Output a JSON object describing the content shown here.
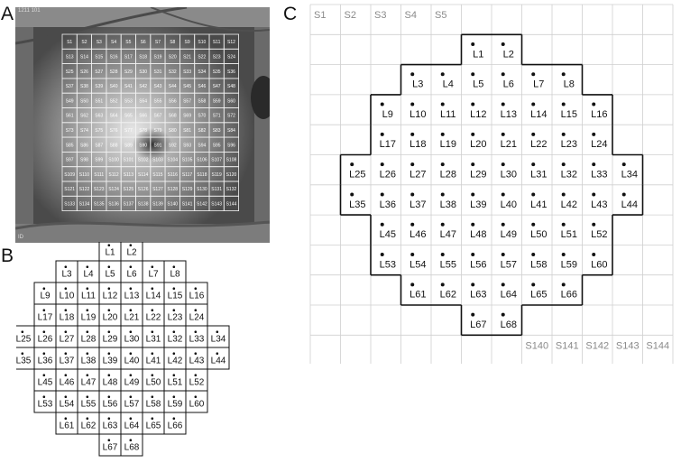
{
  "panels": {
    "a": "A",
    "b": "B",
    "c": "C"
  },
  "panel_a": {
    "top_left_text": "1211 101",
    "bottom_left_text": "ID"
  },
  "sector_rows": [
    [
      "S1",
      "S2",
      "S3",
      "S4",
      "S5",
      "S6",
      "S7",
      "S8",
      "S9",
      "S10",
      "S11",
      "S12"
    ],
    [
      "S13",
      "S14",
      "S15",
      "S16",
      "S17",
      "S18",
      "S19",
      "S20",
      "S21",
      "S22",
      "S23",
      "S24"
    ],
    [
      "S25",
      "S26",
      "S27",
      "S28",
      "S29",
      "S30",
      "S31",
      "S32",
      "S33",
      "S34",
      "S35",
      "S36"
    ],
    [
      "S37",
      "S38",
      "S39",
      "S40",
      "S41",
      "S42",
      "S43",
      "S44",
      "S45",
      "S46",
      "S47",
      "S48"
    ],
    [
      "S49",
      "S50",
      "S51",
      "S52",
      "S53",
      "S54",
      "S55",
      "S56",
      "S57",
      "S58",
      "S59",
      "S60"
    ],
    [
      "S61",
      "S62",
      "S63",
      "S64",
      "S65",
      "S66",
      "S67",
      "S68",
      "S69",
      "S70",
      "S71",
      "S72"
    ],
    [
      "S73",
      "S74",
      "S75",
      "S76",
      "S77",
      "S78",
      "S79",
      "S80",
      "S81",
      "S82",
      "S83",
      "S84"
    ],
    [
      "S85",
      "S86",
      "S87",
      "S88",
      "S89",
      "S90",
      "S91",
      "S92",
      "S93",
      "S94",
      "S95",
      "S96"
    ],
    [
      "S97",
      "S98",
      "S99",
      "S100",
      "S101",
      "S102",
      "S103",
      "S104",
      "S105",
      "S106",
      "S107",
      "S108"
    ],
    [
      "S109",
      "S110",
      "S111",
      "S112",
      "S113",
      "S114",
      "S115",
      "S116",
      "S117",
      "S118",
      "S119",
      "S120"
    ],
    [
      "S121",
      "S122",
      "S123",
      "S124",
      "S125",
      "S126",
      "S127",
      "S128",
      "S129",
      "S130",
      "S131",
      "S132"
    ],
    [
      "S133",
      "S134",
      "S135",
      "S136",
      "S137",
      "S138",
      "S139",
      "S140",
      "S141",
      "S142",
      "S143",
      "S144"
    ]
  ],
  "locations": [
    {
      "label": "L1",
      "row": 1,
      "col": 5
    },
    {
      "label": "L2",
      "row": 1,
      "col": 6
    },
    {
      "label": "L3",
      "row": 2,
      "col": 3
    },
    {
      "label": "L4",
      "row": 2,
      "col": 4
    },
    {
      "label": "L5",
      "row": 2,
      "col": 5
    },
    {
      "label": "L6",
      "row": 2,
      "col": 6
    },
    {
      "label": "L7",
      "row": 2,
      "col": 7
    },
    {
      "label": "L8",
      "row": 2,
      "col": 8
    },
    {
      "label": "L9",
      "row": 3,
      "col": 2
    },
    {
      "label": "L10",
      "row": 3,
      "col": 3
    },
    {
      "label": "L11",
      "row": 3,
      "col": 4
    },
    {
      "label": "L12",
      "row": 3,
      "col": 5
    },
    {
      "label": "L13",
      "row": 3,
      "col": 6
    },
    {
      "label": "L14",
      "row": 3,
      "col": 7
    },
    {
      "label": "L15",
      "row": 3,
      "col": 8
    },
    {
      "label": "L16",
      "row": 3,
      "col": 9
    },
    {
      "label": "L17",
      "row": 4,
      "col": 2
    },
    {
      "label": "L18",
      "row": 4,
      "col": 3
    },
    {
      "label": "L19",
      "row": 4,
      "col": 4
    },
    {
      "label": "L20",
      "row": 4,
      "col": 5
    },
    {
      "label": "L21",
      "row": 4,
      "col": 6
    },
    {
      "label": "L22",
      "row": 4,
      "col": 7
    },
    {
      "label": "L23",
      "row": 4,
      "col": 8
    },
    {
      "label": "L24",
      "row": 4,
      "col": 9
    },
    {
      "label": "L25",
      "row": 5,
      "col": 1
    },
    {
      "label": "L26",
      "row": 5,
      "col": 2
    },
    {
      "label": "L27",
      "row": 5,
      "col": 3
    },
    {
      "label": "L28",
      "row": 5,
      "col": 4
    },
    {
      "label": "L29",
      "row": 5,
      "col": 5
    },
    {
      "label": "L30",
      "row": 5,
      "col": 6
    },
    {
      "label": "L31",
      "row": 5,
      "col": 7
    },
    {
      "label": "L32",
      "row": 5,
      "col": 8
    },
    {
      "label": "L33",
      "row": 5,
      "col": 9
    },
    {
      "label": "L34",
      "row": 5,
      "col": 10
    },
    {
      "label": "L35",
      "row": 6,
      "col": 1
    },
    {
      "label": "L36",
      "row": 6,
      "col": 2
    },
    {
      "label": "L37",
      "row": 6,
      "col": 3
    },
    {
      "label": "L38",
      "row": 6,
      "col": 4
    },
    {
      "label": "L39",
      "row": 6,
      "col": 5
    },
    {
      "label": "L40",
      "row": 6,
      "col": 6
    },
    {
      "label": "L41",
      "row": 6,
      "col": 7
    },
    {
      "label": "L42",
      "row": 6,
      "col": 8
    },
    {
      "label": "L43",
      "row": 6,
      "col": 9
    },
    {
      "label": "L44",
      "row": 6,
      "col": 10
    },
    {
      "label": "L45",
      "row": 7,
      "col": 2
    },
    {
      "label": "L46",
      "row": 7,
      "col": 3
    },
    {
      "label": "L47",
      "row": 7,
      "col": 4
    },
    {
      "label": "L48",
      "row": 7,
      "col": 5
    },
    {
      "label": "L49",
      "row": 7,
      "col": 6
    },
    {
      "label": "L50",
      "row": 7,
      "col": 7
    },
    {
      "label": "L51",
      "row": 7,
      "col": 8
    },
    {
      "label": "L52",
      "row": 7,
      "col": 9
    },
    {
      "label": "L53",
      "row": 8,
      "col": 2
    },
    {
      "label": "L54",
      "row": 8,
      "col": 3
    },
    {
      "label": "L55",
      "row": 8,
      "col": 4
    },
    {
      "label": "L56",
      "row": 8,
      "col": 5
    },
    {
      "label": "L57",
      "row": 8,
      "col": 6
    },
    {
      "label": "L58",
      "row": 8,
      "col": 7
    },
    {
      "label": "L59",
      "row": 8,
      "col": 8
    },
    {
      "label": "L60",
      "row": 8,
      "col": 9
    },
    {
      "label": "L61",
      "row": 9,
      "col": 3
    },
    {
      "label": "L62",
      "row": 9,
      "col": 4
    },
    {
      "label": "L63",
      "row": 9,
      "col": 5
    },
    {
      "label": "L64",
      "row": 9,
      "col": 6
    },
    {
      "label": "L65",
      "row": 9,
      "col": 7
    },
    {
      "label": "L66",
      "row": 9,
      "col": 8
    },
    {
      "label": "L67",
      "row": 10,
      "col": 5
    },
    {
      "label": "L68",
      "row": 10,
      "col": 6
    }
  ],
  "panel_c": {
    "top_labels": [
      "S1",
      "S2",
      "S3",
      "S4",
      "S5"
    ],
    "bottom_labels": [
      "S140",
      "S141",
      "S142",
      "S143",
      "S144"
    ]
  }
}
